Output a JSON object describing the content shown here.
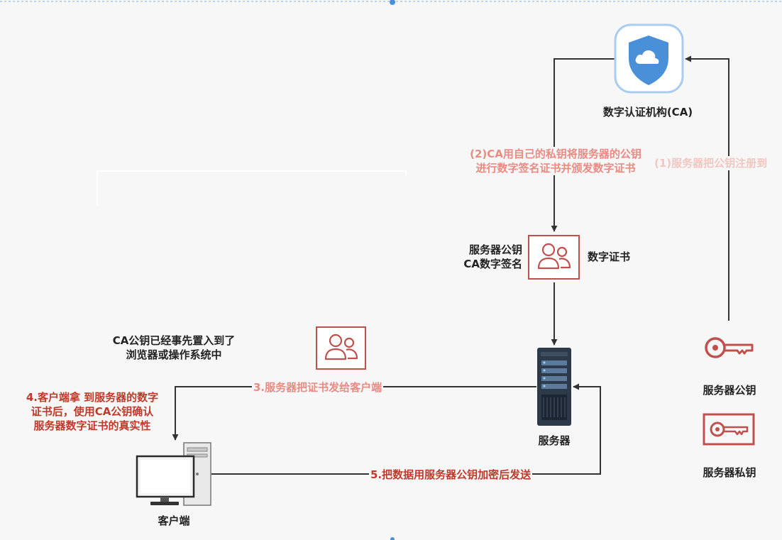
{
  "nodes": {
    "ca": "数字认证机构(CA)",
    "certificate": "数字证书",
    "cert_contents": {
      "line1": "服务器公钥",
      "line2": "CA数字签名"
    },
    "server": "服务器",
    "client": "客户端",
    "server_public_key": "服务器公钥",
    "server_private_key": "服务器私钥"
  },
  "notes": {
    "preinstalled": {
      "line1": "CA公钥已经事先置入到了",
      "line2": "浏览器或操作系统中"
    }
  },
  "steps": {
    "step1": "(1)服务器把公钥注册到",
    "step2": {
      "line1": "(2)CA用自己的私钥将服务器的公钥",
      "line2": "进行数字签名证书并颁发数字证书"
    },
    "step3": "3.服务器把证书发给客户端",
    "step4": {
      "line1": "4.客户端拿 到服务器的数字",
      "line2": "证书后，使用CA公钥确认",
      "line3": "服务器数字证书的真实性"
    },
    "step5": "5.把数据用服务器公钥加密后发送"
  },
  "colors": {
    "arrow": "#333333",
    "ca_shield": "#4a90d9",
    "ca_frame": "#a9cdf0",
    "certificate": "#c0504d",
    "key": "#c0504d",
    "server_body": "#2d3a4a",
    "step_red": "#c0392b",
    "step_pink": "#e98b82"
  },
  "icons": [
    "shield-cloud-icon",
    "certificate-users-icon",
    "server-rack-icon",
    "desktop-computer-icon",
    "key-icon",
    "key-card-icon"
  ]
}
